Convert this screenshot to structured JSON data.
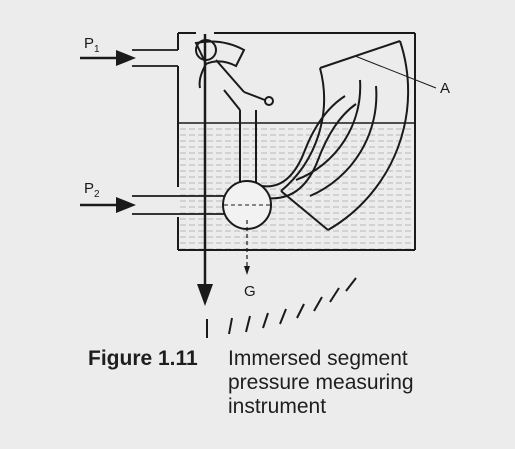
{
  "diagram": {
    "labels": {
      "p1_main": "P",
      "p1_sub": "1",
      "p2_main": "P",
      "p2_sub": "2",
      "a": "A",
      "g": "G"
    }
  },
  "caption": {
    "number": "Figure 1.11",
    "text": "Immersed segment pressure measuring instrument"
  },
  "colors": {
    "background": "#ececec",
    "fluid_hatch": "#b8b8b8",
    "ink": "#1a1a1a"
  }
}
